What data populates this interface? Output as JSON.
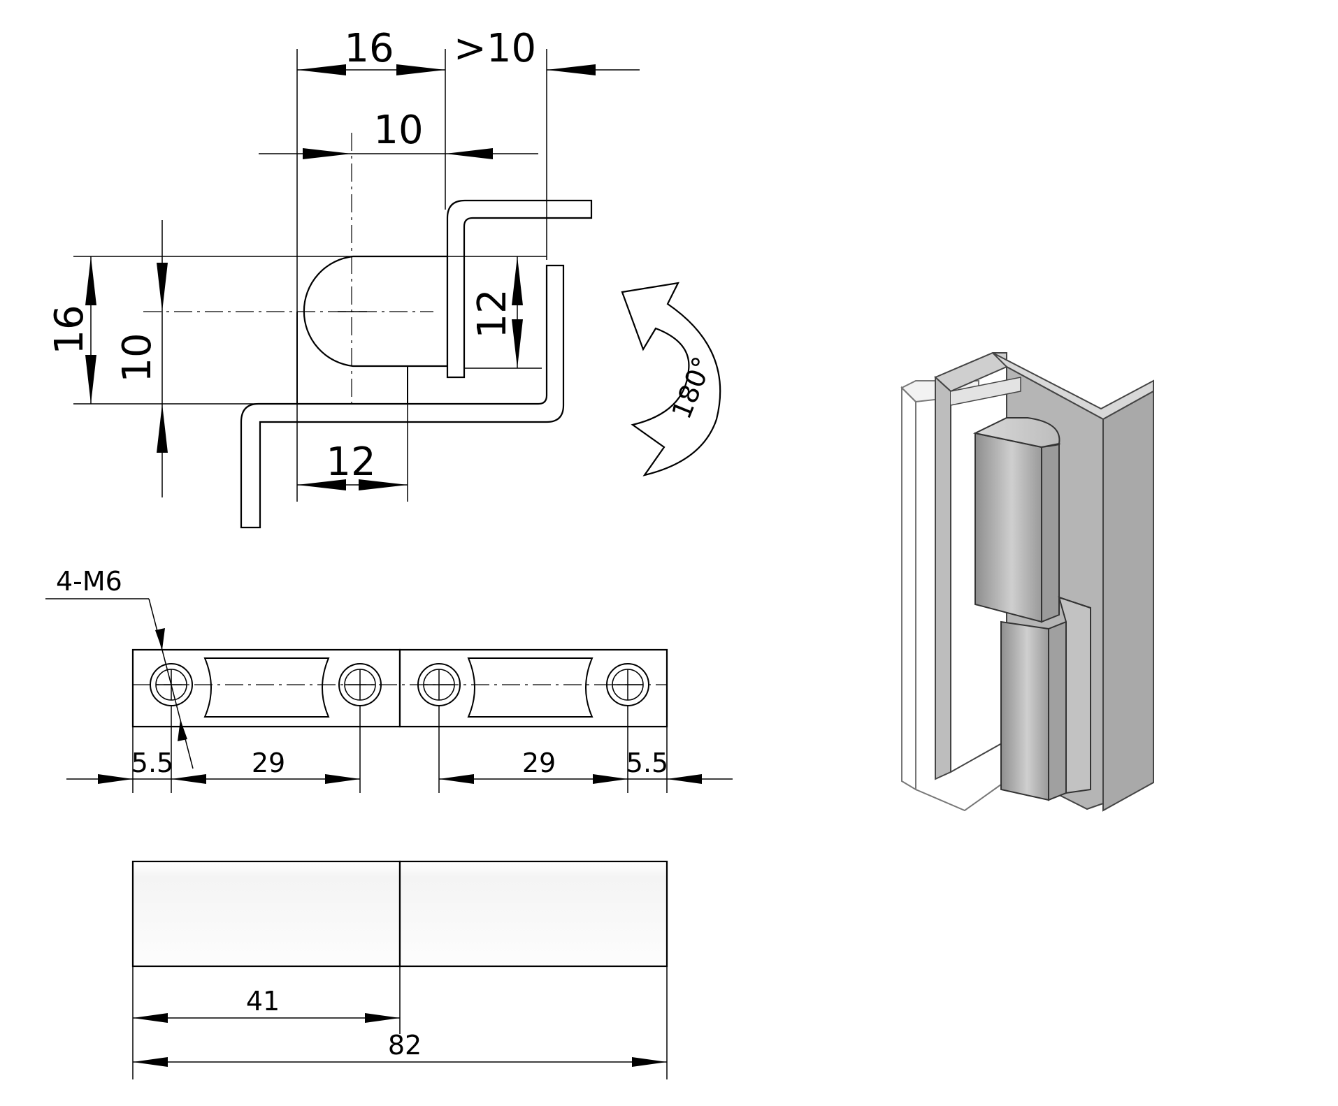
{
  "top_view": {
    "dim_16_horizontal": "16",
    "dim_gt10": ">10",
    "dim_10_horizontal": "10",
    "dim_16_vertical": "16",
    "dim_10_vertical": "10",
    "dim_12_vertical": "12",
    "dim_12_bottom": "12",
    "rotation": "180°"
  },
  "side_view": {
    "thread_callout": "4-M6",
    "dim_left_edge": "5.5",
    "dim_left_pitch": "29",
    "dim_right_pitch": "29",
    "dim_right_edge": "5.5"
  },
  "front_view": {
    "dim_half_length": "41",
    "dim_total_length": "82"
  }
}
